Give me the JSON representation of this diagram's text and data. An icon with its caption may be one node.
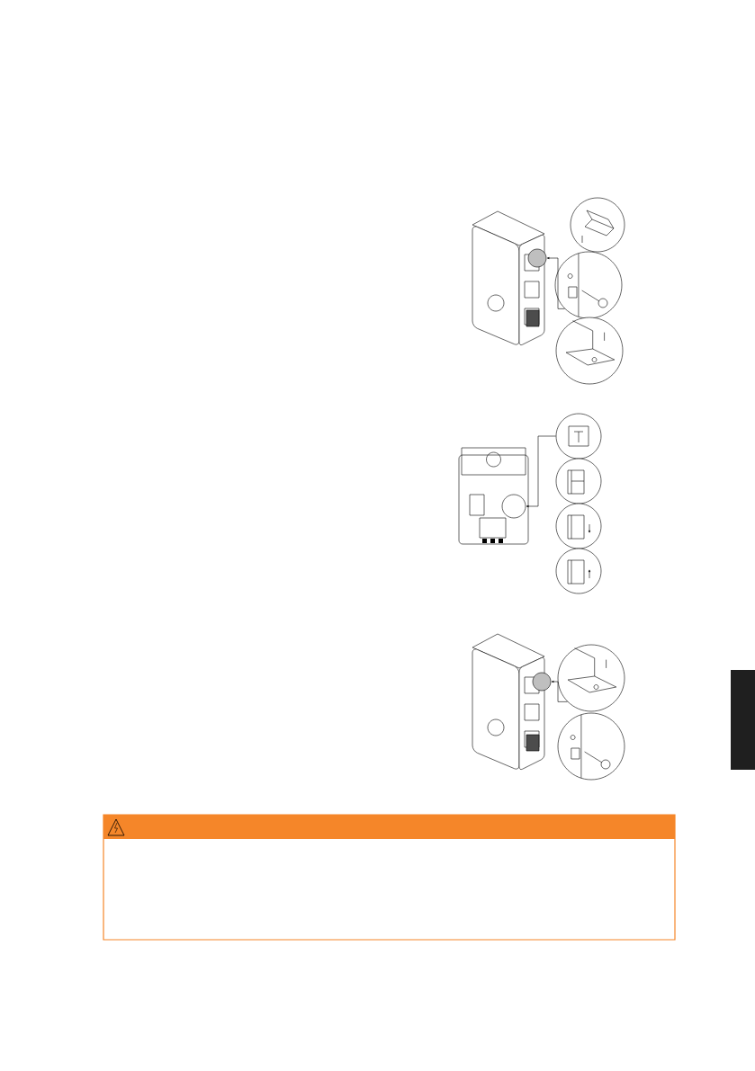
{
  "diagram": {
    "nodes": [
      {
        "text": [],
        "shape": "picture"
      },
      {
        "text": [],
        "shape": "circle"
      },
      {
        "text": [],
        "shape": "picture"
      },
      {
        "text": [],
        "shape": "picture"
      },
      {
        "text": [],
        "shape": "picture"
      },
      {
        "text": [],
        "shape": "picture"
      },
      {
        "text": [],
        "shape": "circle",
        "in": 5
      },
      {
        "text": [],
        "shape": "picture"
      },
      {
        "text": [],
        "shape": "picture"
      },
      {
        "text": [],
        "shape": "picture"
      },
      {
        "text": [],
        "shape": "picture"
      },
      {
        "text": [],
        "shape": "picture"
      },
      {
        "text": [],
        "shape": "circle"
      },
      {
        "text": [],
        "shape": "picture"
      },
      {
        "text": [],
        "shape": "picture"
      },
      {
        "text": [],
        "shape": "box"
      }
    ],
    "edges": [
      {
        "from": 3,
        "to": 1,
        "arrow": "to"
      },
      {
        "from": 7,
        "to": 6,
        "arrow": "to"
      },
      {
        "from": 13,
        "to": 12,
        "arrow": "to"
      }
    ]
  }
}
